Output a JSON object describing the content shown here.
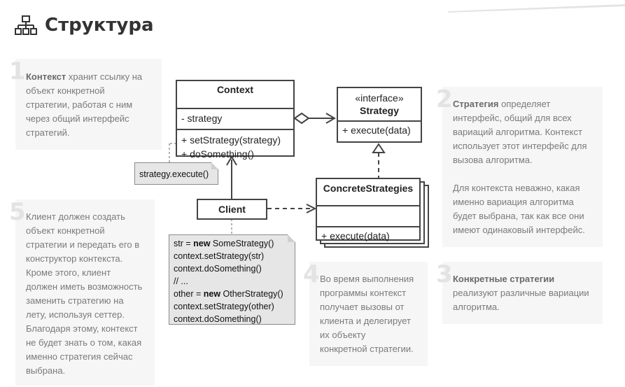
{
  "heading": {
    "icon": "structure-icon",
    "title": "Структура"
  },
  "notes": {
    "n1": {
      "number": "1",
      "bold": "Контекст",
      "lines": [
        " хранит ссылку на",
        "объект конкретной",
        "стратегии, работая с ним",
        "через общий интерфейс",
        "стратегий."
      ]
    },
    "n2": {
      "number": "2",
      "bold": "Стратегия",
      "lines": [
        " определяет",
        "интерфейс, общий для всех",
        "вариаций алгоритма. Контекст",
        "использует этот интерфейс для",
        "вызова алгоритма.",
        "",
        "Для контекста неважно, какая",
        "именно вариация алгоритма",
        "будет выбрана, так как все они",
        "имеют одинаковый интерфейс."
      ]
    },
    "n3": {
      "number": "3",
      "bold": "Конкретные стратегии",
      "lines": [
        "реализуют различные вариации",
        "алгоритма."
      ]
    },
    "n4": {
      "number": "4",
      "lines": [
        "Во время выполнения",
        "программы контекст",
        "получает вызовы от",
        "клиента и делегирует",
        "их объекту",
        "конкретной стратегии."
      ]
    },
    "n5": {
      "number": "5",
      "lines": [
        "Клиент должен создать",
        "объект конкретной",
        "стратегии и передать его в",
        "конструктор контекста.",
        "Кроме этого, клиент",
        "должен иметь возможность",
        "заменить стратегию на",
        "лету, используя сеттер.",
        "Благодаря этому, контекст",
        "не будет знать о том, какая",
        "именно стратегия сейчас",
        "выбрана."
      ]
    }
  },
  "classes": {
    "context": {
      "name": "Context",
      "field": "- strategy",
      "methods": [
        "+ setStrategy(strategy)",
        "+ doSomething()"
      ]
    },
    "strategy": {
      "stereotype": "«interface»",
      "name": "Strategy",
      "method": "+ execute(data)"
    },
    "concrete": {
      "name": "ConcreteStrategies",
      "method": "+ execute(data)"
    },
    "client": {
      "name": "Client"
    }
  },
  "code_note_small": "strategy.execute()",
  "code_note": {
    "l1a": "str = ",
    "l1b": "new",
    "l1c": " SomeStrategy()",
    "l2": "context.setStrategy(str)",
    "l3": "context.doSomething()",
    "l4": "// ...",
    "l5a": "other = ",
    "l5b": "new",
    "l5c": " OtherStrategy()",
    "l6": "context.setStrategy(other)",
    "l7": "context.doSomething()"
  }
}
